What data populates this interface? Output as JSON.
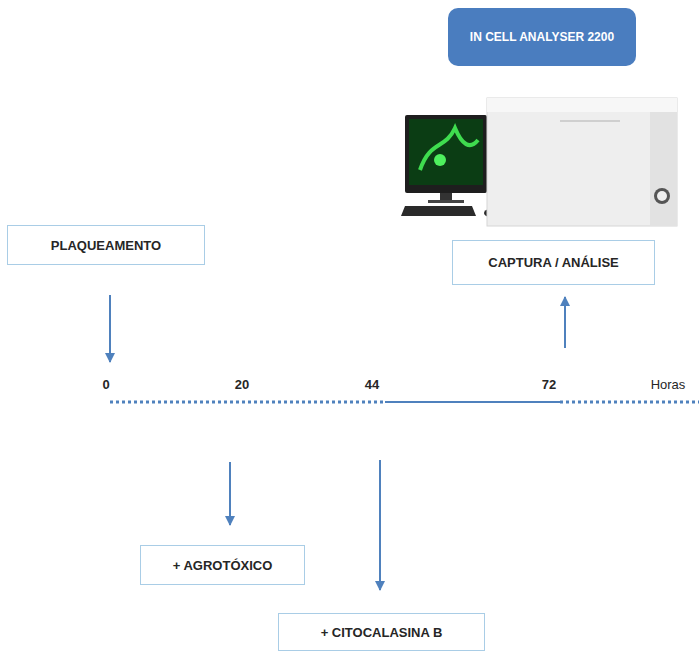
{
  "diagram": {
    "nodes": [
      {
        "text": [
          "IN CELL ANALYSER 2200"
        ]
      },
      {
        "text": [
          "PLAQUEAMENTO"
        ]
      },
      {
        "text": [
          "CAPTURA / ANÁLISE"
        ]
      },
      {
        "text": [
          "+ AGROTÓXICO"
        ]
      },
      {
        "text": [
          "+ CITOCALASINA B"
        ]
      }
    ],
    "labels": [
      "0",
      "20",
      "44",
      "72",
      "Horas"
    ]
  }
}
